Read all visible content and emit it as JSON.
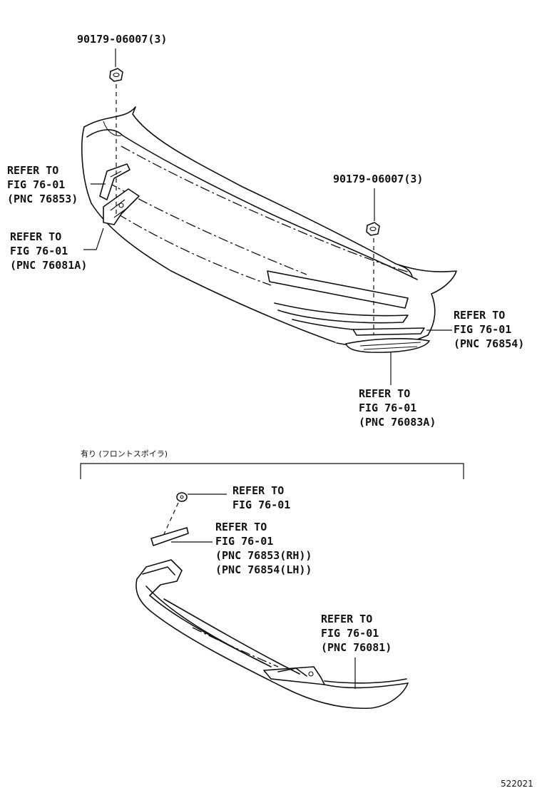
{
  "callouts": {
    "nut_top": "90179-06007(3)",
    "nut_right": "90179-06007(3)",
    "ref_76853": [
      "REFER TO",
      "FIG 76-01",
      "(PNC 76853)"
    ],
    "ref_76081a": [
      "REFER TO",
      "FIG 76-01",
      "(PNC 76081A)"
    ],
    "ref_76854": [
      "REFER TO",
      "FIG 76-01",
      "(PNC 76854)"
    ],
    "ref_76083a": [
      "REFER TO",
      "FIG 76-01",
      "(PNC 76083A)"
    ],
    "spoiler_nut": [
      "REFER TO",
      "FIG 76-01"
    ],
    "spoiler_bracket": [
      "REFER TO",
      "FIG 76-01",
      "(PNC 76853(RH))",
      "(PNC 76854(LH))"
    ],
    "spoiler_body": [
      "REFER TO",
      "FIG 76-01",
      "(PNC 76081)"
    ]
  },
  "section_caption": "有り (フロントスポイラ)",
  "figure_code": "522021"
}
